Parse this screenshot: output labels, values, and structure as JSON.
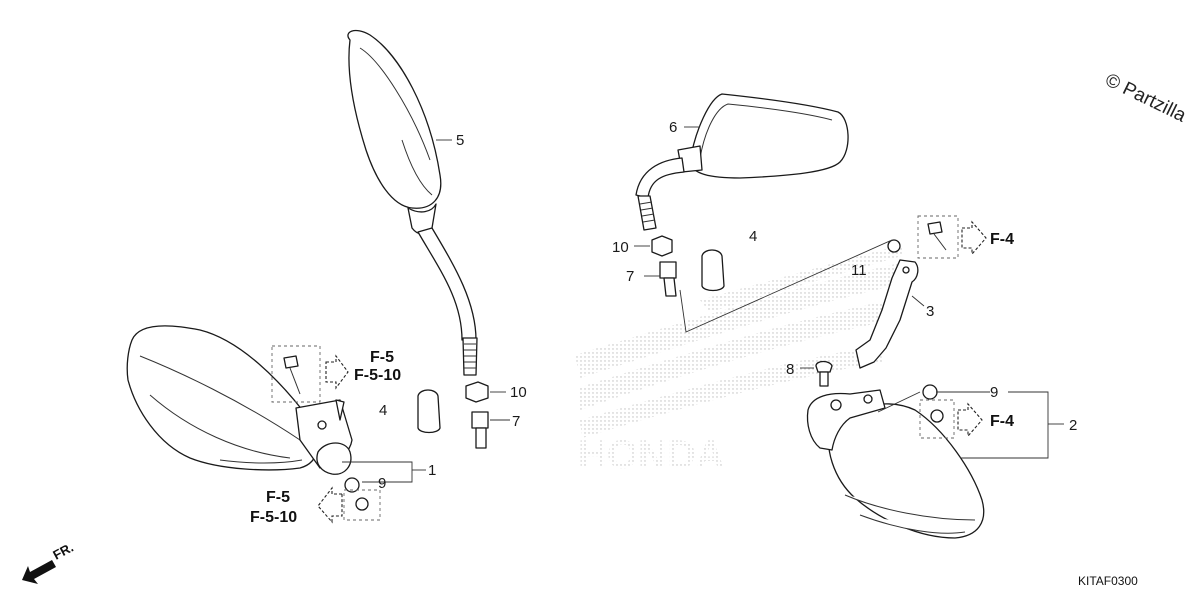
{
  "watermark": "© Partzilla",
  "diagram_code": "KITAF0300",
  "front_label": "FR.",
  "brand_watermark": "HONDA",
  "callouts": {
    "c1": "1",
    "c2": "2",
    "c3": "3",
    "c4a": "4",
    "c4b": "4",
    "c5": "5",
    "c6": "6",
    "c7a": "7",
    "c7b": "7",
    "c8": "8",
    "c9a": "9",
    "c9b": "9",
    "c10a": "10",
    "c10b": "10",
    "c11": "11"
  },
  "references": {
    "left_top_line1": "F-5",
    "left_top_line2": "F-5-10",
    "left_bottom_line1": "F-5",
    "left_bottom_line2": "F-5-10",
    "right_top": "F-4",
    "right_bottom": "F-4"
  },
  "icons": {
    "front_direction": "front-arrow-icon",
    "reference": "hollow-arrow-icon"
  }
}
